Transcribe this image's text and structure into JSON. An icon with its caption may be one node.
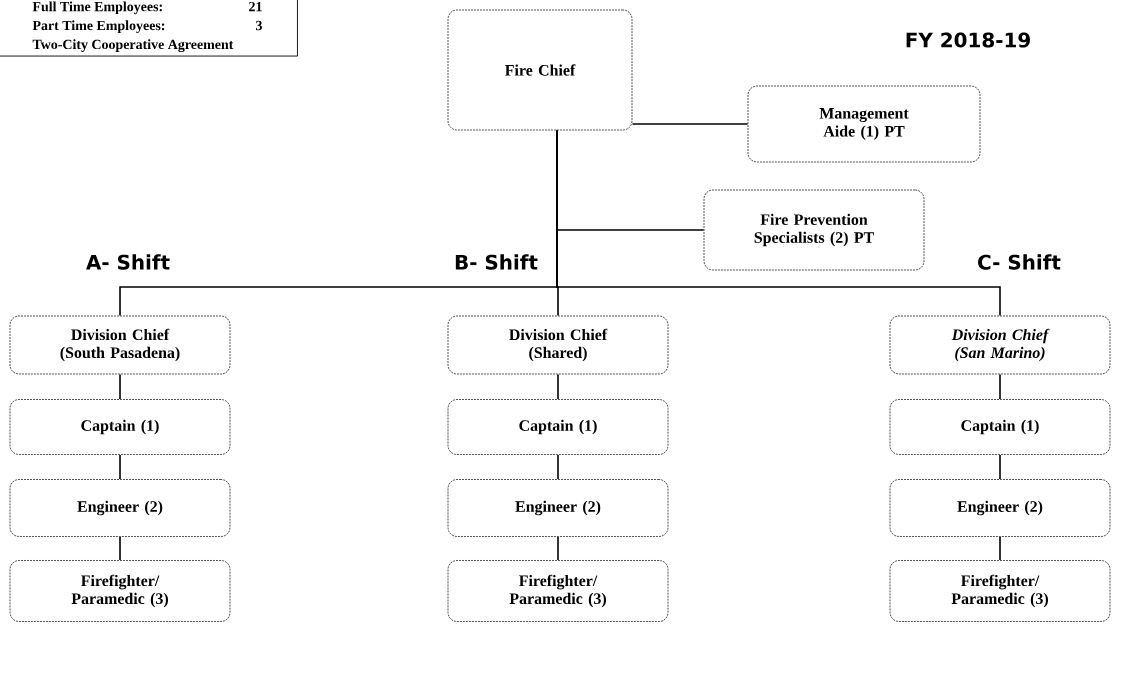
{
  "diagram": {
    "title": "FY 2018-19",
    "nodes": [
      {
        "text": [
          "Full Time Employees:",
          "21",
          "Part Time Employees:",
          "3",
          "Two-City Cooperative Agreement"
        ]
      },
      {
        "text": [
          "Fire Chief"
        ]
      },
      {
        "text": [
          "Management Aide (1) PT"
        ]
      },
      {
        "text": [
          "Fire Prevention Specialists (2) PT"
        ]
      },
      {
        "text": [
          "Division Chief (South Pasadena)"
        ]
      },
      {
        "text": [
          "Captain (1)"
        ]
      },
      {
        "text": [
          "Engineer (2)"
        ]
      },
      {
        "text": [
          "Firefighter/ Paramedic (3)"
        ]
      },
      {
        "text": [
          "Division Chief (Shared)"
        ]
      },
      {
        "text": [
          "Captain (1)"
        ]
      },
      {
        "text": [
          "Engineer (2)"
        ]
      },
      {
        "text": [
          "Firefighter/ Paramedic (3)"
        ]
      },
      {
        "text": [
          "Division Chief (San Marino)"
        ]
      },
      {
        "text": [
          "Captain (1)"
        ]
      },
      {
        "text": [
          "Engineer (2)"
        ]
      },
      {
        "text": [
          "Firefighter/ Paramedic (3)"
        ]
      }
    ],
    "edges": [
      {
        "from": 1,
        "to": 2,
        "arrow": "none"
      },
      {
        "from": 1,
        "to": 3,
        "arrow": "none"
      },
      {
        "from": 1,
        "to": 4,
        "arrow": "none"
      },
      {
        "from": 1,
        "to": 8,
        "arrow": "none"
      },
      {
        "from": 1,
        "to": 12,
        "arrow": "none"
      },
      {
        "from": 4,
        "to": 5,
        "arrow": "none"
      },
      {
        "from": 5,
        "to": 6,
        "arrow": "none"
      },
      {
        "from": 6,
        "to": 7,
        "arrow": "none"
      },
      {
        "from": 8,
        "to": 9,
        "arrow": "none"
      },
      {
        "from": 9,
        "to": 10,
        "arrow": "none"
      },
      {
        "from": 10,
        "to": 11,
        "arrow": "none"
      },
      {
        "from": 12,
        "to": 13,
        "arrow": "none"
      },
      {
        "from": 13,
        "to": 14,
        "arrow": "none"
      },
      {
        "from": 14,
        "to": 15,
        "arrow": "none"
      }
    ],
    "labels": [
      "A- Shift",
      "B- Shift",
      "C- Shift"
    ]
  }
}
